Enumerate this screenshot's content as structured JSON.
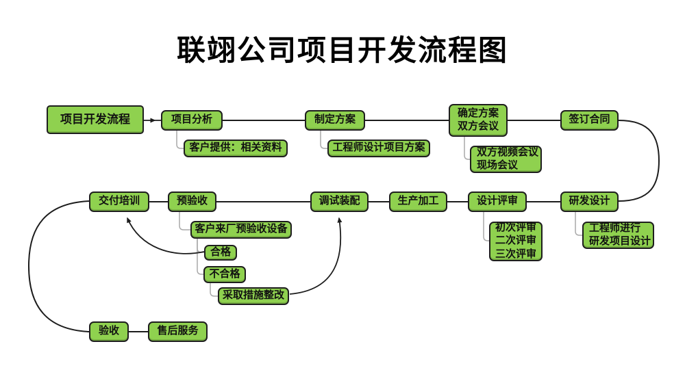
{
  "title": "联翊公司项目开发流程图",
  "colors": {
    "node_fill": "#8FD14F",
    "node_border": "#1e1e1e",
    "node_text": "#111111",
    "main_line": "#1c1c1c",
    "branch_line": "#a9a9a9",
    "background": "#ffffff"
  },
  "nodes": {
    "root": "项目开发流程",
    "analysis": "项目分析",
    "analysis_note": "客户提供：相关资料",
    "plan": "制定方案",
    "plan_note": "工程师设计项目方案",
    "confirm": "确定方案\n双方会议",
    "confirm_note": "双方视频会议\n现场会议",
    "contract": "签订合同",
    "rnd": "研发设计",
    "rnd_note": "工程师进行\n研发项目设计",
    "review": "设计评审",
    "review_note": "初次评审\n二次评审\n三次评审",
    "production": "生产加工",
    "assembly": "调试装配",
    "pre_acceptance": "预验收",
    "pre_acceptance_note": "客户来厂预验收设备",
    "delivery": "交付培训",
    "qualified": "合格",
    "unqualified": "不合格",
    "rectify": "采取措施整改",
    "acceptance": "验收",
    "after_sales": "售后服务"
  }
}
